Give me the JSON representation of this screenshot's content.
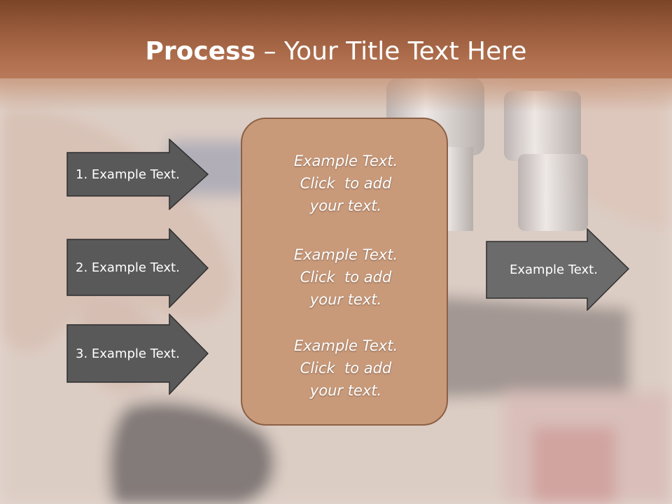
{
  "slide": {
    "title_bold": "Process",
    "title_rest": " – Your Title Text Here"
  },
  "left_steps": [
    {
      "label": "1. Example Text."
    },
    {
      "label": "2. Example Text."
    },
    {
      "label": "3. Example Text."
    }
  ],
  "center": {
    "blocks": [
      {
        "lines": [
          "Example Text.",
          "Click  to add",
          "your text."
        ]
      },
      {
        "lines": [
          "Example Text.",
          "Click  to add",
          "your text."
        ]
      },
      {
        "lines": [
          "Example Text.",
          "Click  to add",
          "your text."
        ]
      }
    ]
  },
  "output": {
    "label": "Example Text."
  },
  "colors": {
    "header": "#96593a",
    "center_fill": "#c99a7a",
    "center_border": "#8c6046",
    "arrow_fill_left": "#595959",
    "arrow_fill_right": "#6b6b6b",
    "text": "#ffffff"
  }
}
